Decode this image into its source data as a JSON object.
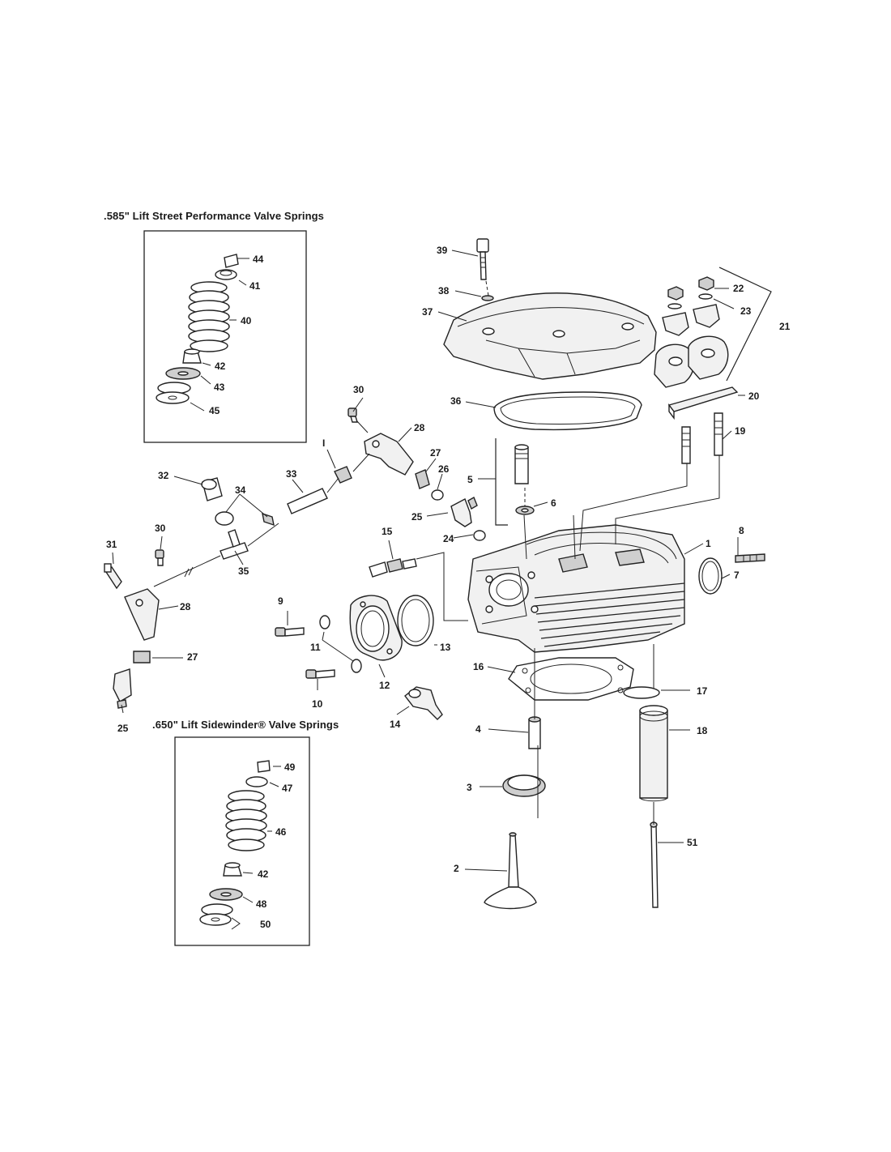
{
  "insets": {
    "street_title": ".585\" Lift Street Performance Valve Springs",
    "sidewinder_title": ".650\" Lift Sidewinder® Valve Springs"
  },
  "callouts": {
    "c1": "1",
    "c2": "2",
    "c3": "3",
    "c4": "4",
    "c5": "5",
    "c6": "6",
    "c7": "7",
    "c8": "8",
    "c9": "9",
    "c10": "10",
    "c11": "11",
    "c12": "12",
    "c13": "13",
    "c14": "14",
    "c15": "15",
    "c16": "16",
    "c17": "17",
    "c18": "18",
    "c19": "19",
    "c20": "20",
    "c21": "21",
    "c22": "22",
    "c23": "23",
    "c24": "24",
    "c25a": "25",
    "c25b": "25",
    "c26": "26",
    "c27a": "27",
    "c27b": "27",
    "c28a": "28",
    "c28b": "28",
    "c30a": "30",
    "c30b": "30",
    "c31": "31",
    "c32": "32",
    "c33": "33",
    "c34": "34",
    "c35": "35",
    "c36": "36",
    "c37": "37",
    "c38": "38",
    "c39": "39",
    "c40": "40",
    "c41": "41",
    "c42a": "42",
    "c42b": "42",
    "c43": "43",
    "c44": "44",
    "c45": "45",
    "c46": "46",
    "c47": "47",
    "c48": "48",
    "c49": "49",
    "c50": "50",
    "c51": "51",
    "cI": "I"
  },
  "icons": [
    "bolt-icon",
    "spring-icon",
    "washer-icon",
    "gasket-icon",
    "cylinder-head-icon",
    "valve-icon",
    "injector-icon",
    "rocker-arm-icon"
  ]
}
